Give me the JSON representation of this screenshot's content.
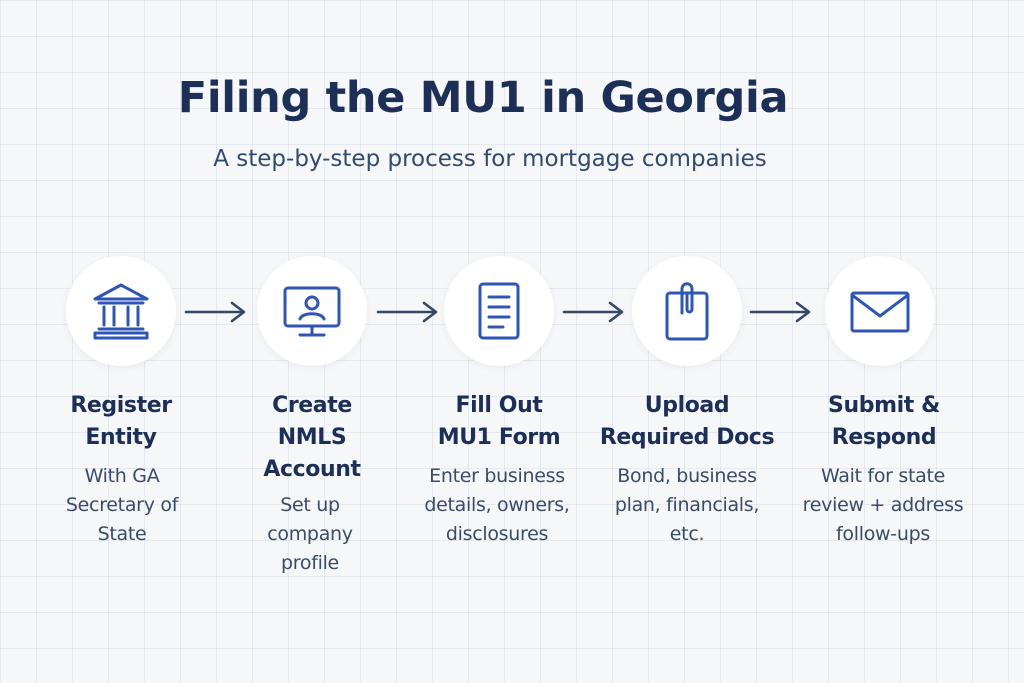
{
  "header": {
    "title": "Filing the MU1 in Georgia",
    "subtitle": "A step-by-step process for mortgage companies"
  },
  "colors": {
    "accent": "#2f55b5",
    "title": "#1e2f57",
    "background": "#f6f7f9"
  },
  "steps": [
    {
      "icon": "bank-building-icon",
      "title": "Register\nEntity",
      "description": "With GA\nSecretary of\nState"
    },
    {
      "icon": "computer-user-icon",
      "title": "Create\nNMLS\nAccount",
      "description": "Set up\ncompany\nprofile"
    },
    {
      "icon": "document-icon",
      "title": "Fill Out\nMU1 Form",
      "description": "Enter business\ndetails, owners,\ndisclosures"
    },
    {
      "icon": "paperclip-document-icon",
      "title": "Upload\nRequired Docs",
      "description": "Bond, business\nplan, financials,\netc."
    },
    {
      "icon": "envelope-icon",
      "title": "Submit &\nRespond",
      "description": "Wait for state\nreview + address\nfollow-ups"
    }
  ]
}
